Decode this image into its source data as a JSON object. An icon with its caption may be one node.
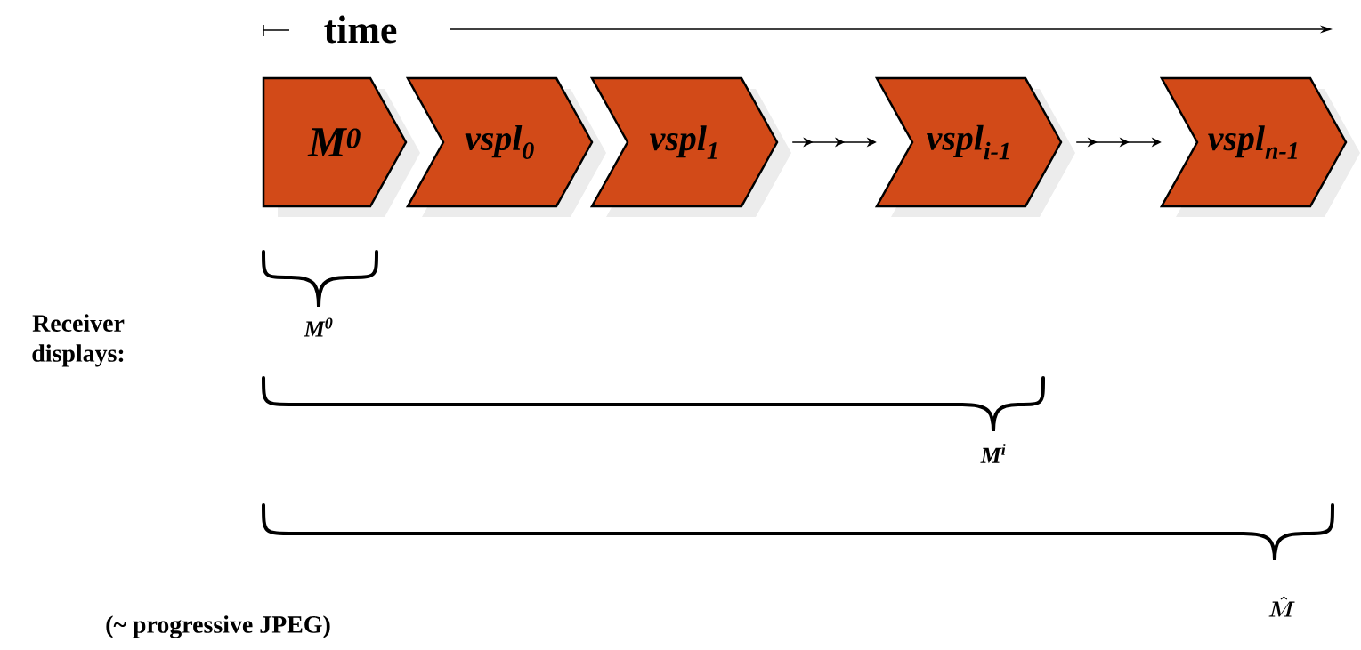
{
  "diagram": {
    "nodes": [
      {
        "text": [
          "M$^{0}$"
        ]
      },
      {
        "text": [
          "vspl$_{0}$"
        ]
      },
      {
        "text": [
          "vspl$_{1}$"
        ]
      },
      {
        "text": [
          "vspl$_{i-1}$"
        ]
      },
      {
        "text": [
          "vspl$_{n-1}$"
        ]
      }
    ],
    "edges": [
      {
        "from": 2,
        "to": 3,
        "arrow": "to"
      },
      {
        "from": 3,
        "to": 4,
        "arrow": "to"
      }
    ],
    "labels": [
      "time",
      "Receiver displays:",
      "M$^{0}$",
      "M$^{i}$",
      "\\hat{M}",
      "(~ progressive JPEG)"
    ]
  }
}
